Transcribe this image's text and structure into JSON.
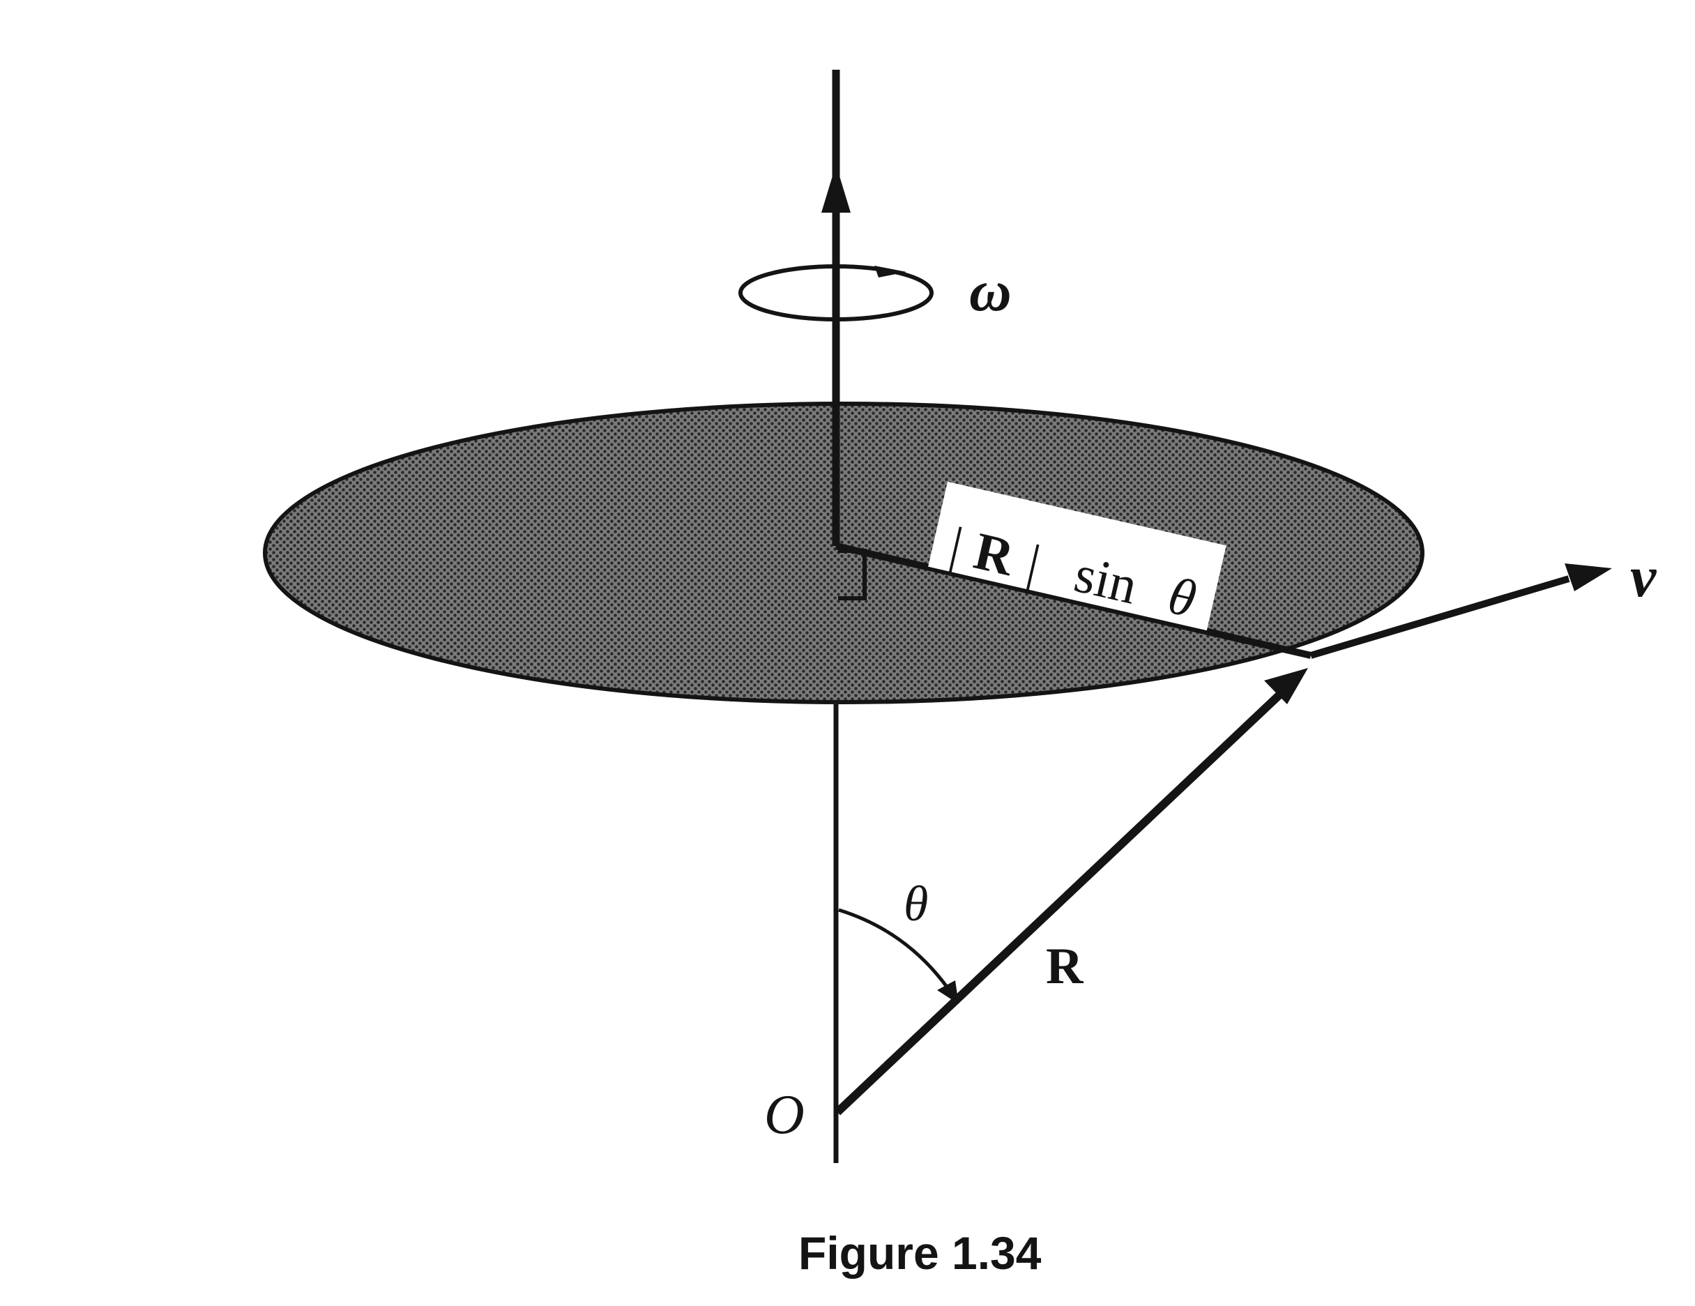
{
  "labels": {
    "omega": "ω",
    "v": "v",
    "R_magnitude_bar_left": "|",
    "R_magnitude_letter": "R",
    "R_magnitude_bar_right": "|",
    "sin": "sin",
    "sin_theta": "θ",
    "theta": "θ",
    "R": "R",
    "origin": "O"
  },
  "caption": "Figure 1.34",
  "colors": {
    "ink": "#141414",
    "disk_fill": "#5a5a5a",
    "label_background": "#ffffff"
  }
}
